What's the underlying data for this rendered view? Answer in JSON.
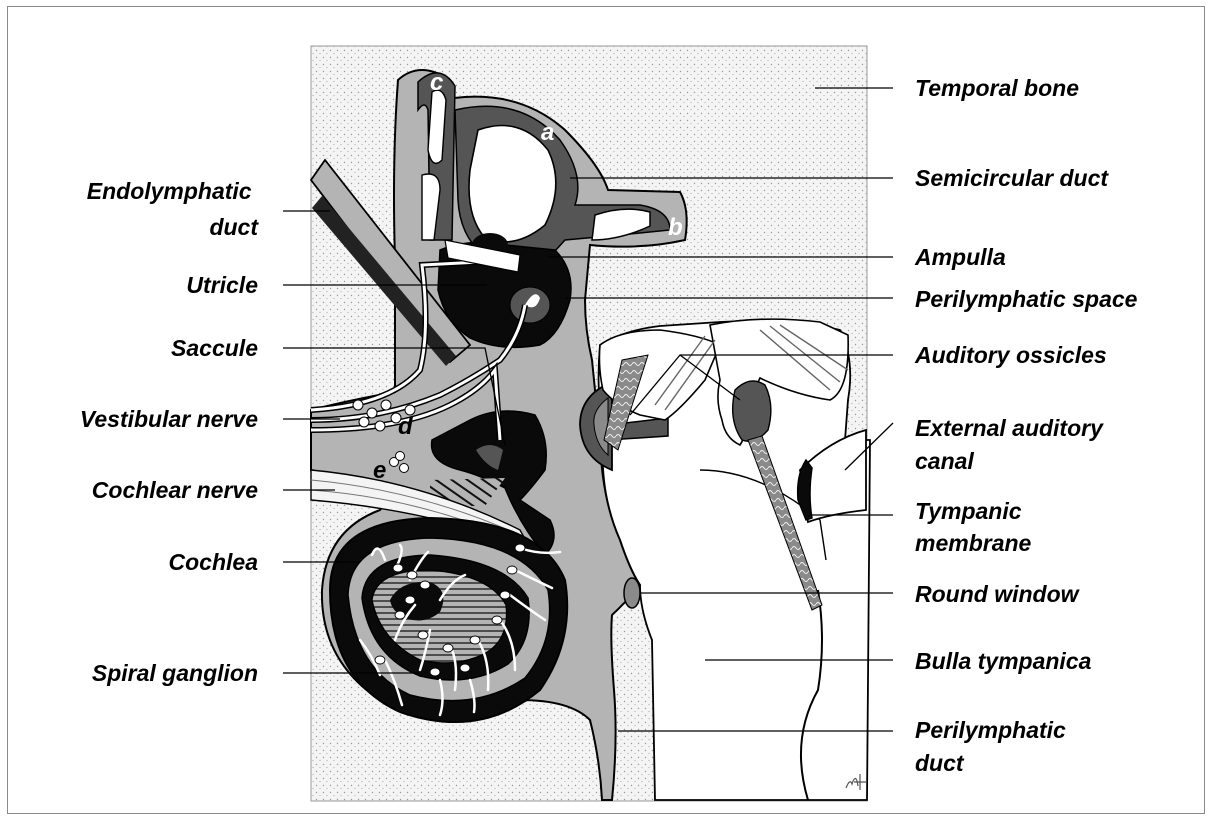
{
  "labels_left": [
    {
      "key": "endolymphatic_duct",
      "lines": [
        "Endolymphatic",
        "duct"
      ]
    },
    {
      "key": "utricle",
      "lines": [
        "Utricle"
      ]
    },
    {
      "key": "saccule",
      "lines": [
        "Saccule"
      ]
    },
    {
      "key": "vestibular_nerve",
      "lines": [
        "Vestibular nerve"
      ]
    },
    {
      "key": "cochlear_nerve",
      "lines": [
        "Cochlear nerve"
      ]
    },
    {
      "key": "cochlea",
      "lines": [
        "Cochlea"
      ]
    },
    {
      "key": "spiral_ganglion",
      "lines": [
        "Spiral ganglion"
      ]
    }
  ],
  "labels_right": [
    {
      "key": "temporal_bone",
      "lines": [
        "Temporal bone"
      ]
    },
    {
      "key": "semicircular_duct",
      "lines": [
        "Semicircular duct"
      ]
    },
    {
      "key": "ampulla",
      "lines": [
        "Ampulla"
      ]
    },
    {
      "key": "perilymphatic_space",
      "lines": [
        "Perilymphatic space"
      ]
    },
    {
      "key": "auditory_ossicles",
      "lines": [
        "Auditory ossicles"
      ]
    },
    {
      "key": "external_auditory_canal",
      "lines": [
        "External auditory",
        "canal"
      ]
    },
    {
      "key": "tympanic_membrane",
      "lines": [
        "Tympanic",
        "membrane"
      ]
    },
    {
      "key": "round_window",
      "lines": [
        "Round window"
      ]
    },
    {
      "key": "bulla_tympanica",
      "lines": [
        "Bulla tympanica"
      ]
    },
    {
      "key": "perilymphatic_duct",
      "lines": [
        "Perilymphatic",
        "duct"
      ]
    }
  ],
  "letters": {
    "a": "a",
    "b": "b",
    "c": "c",
    "d": "d",
    "e": "e"
  },
  "colors": {
    "bone_stipple": "#f2f2f2",
    "perilymph_gray": "#b4b4b4",
    "duct_dark": "#555555",
    "endolymph_black": "#0a0a0a",
    "cavity_white": "#ffffff",
    "frame": "#8a8a8a"
  },
  "signature_mark": "signature-mark"
}
